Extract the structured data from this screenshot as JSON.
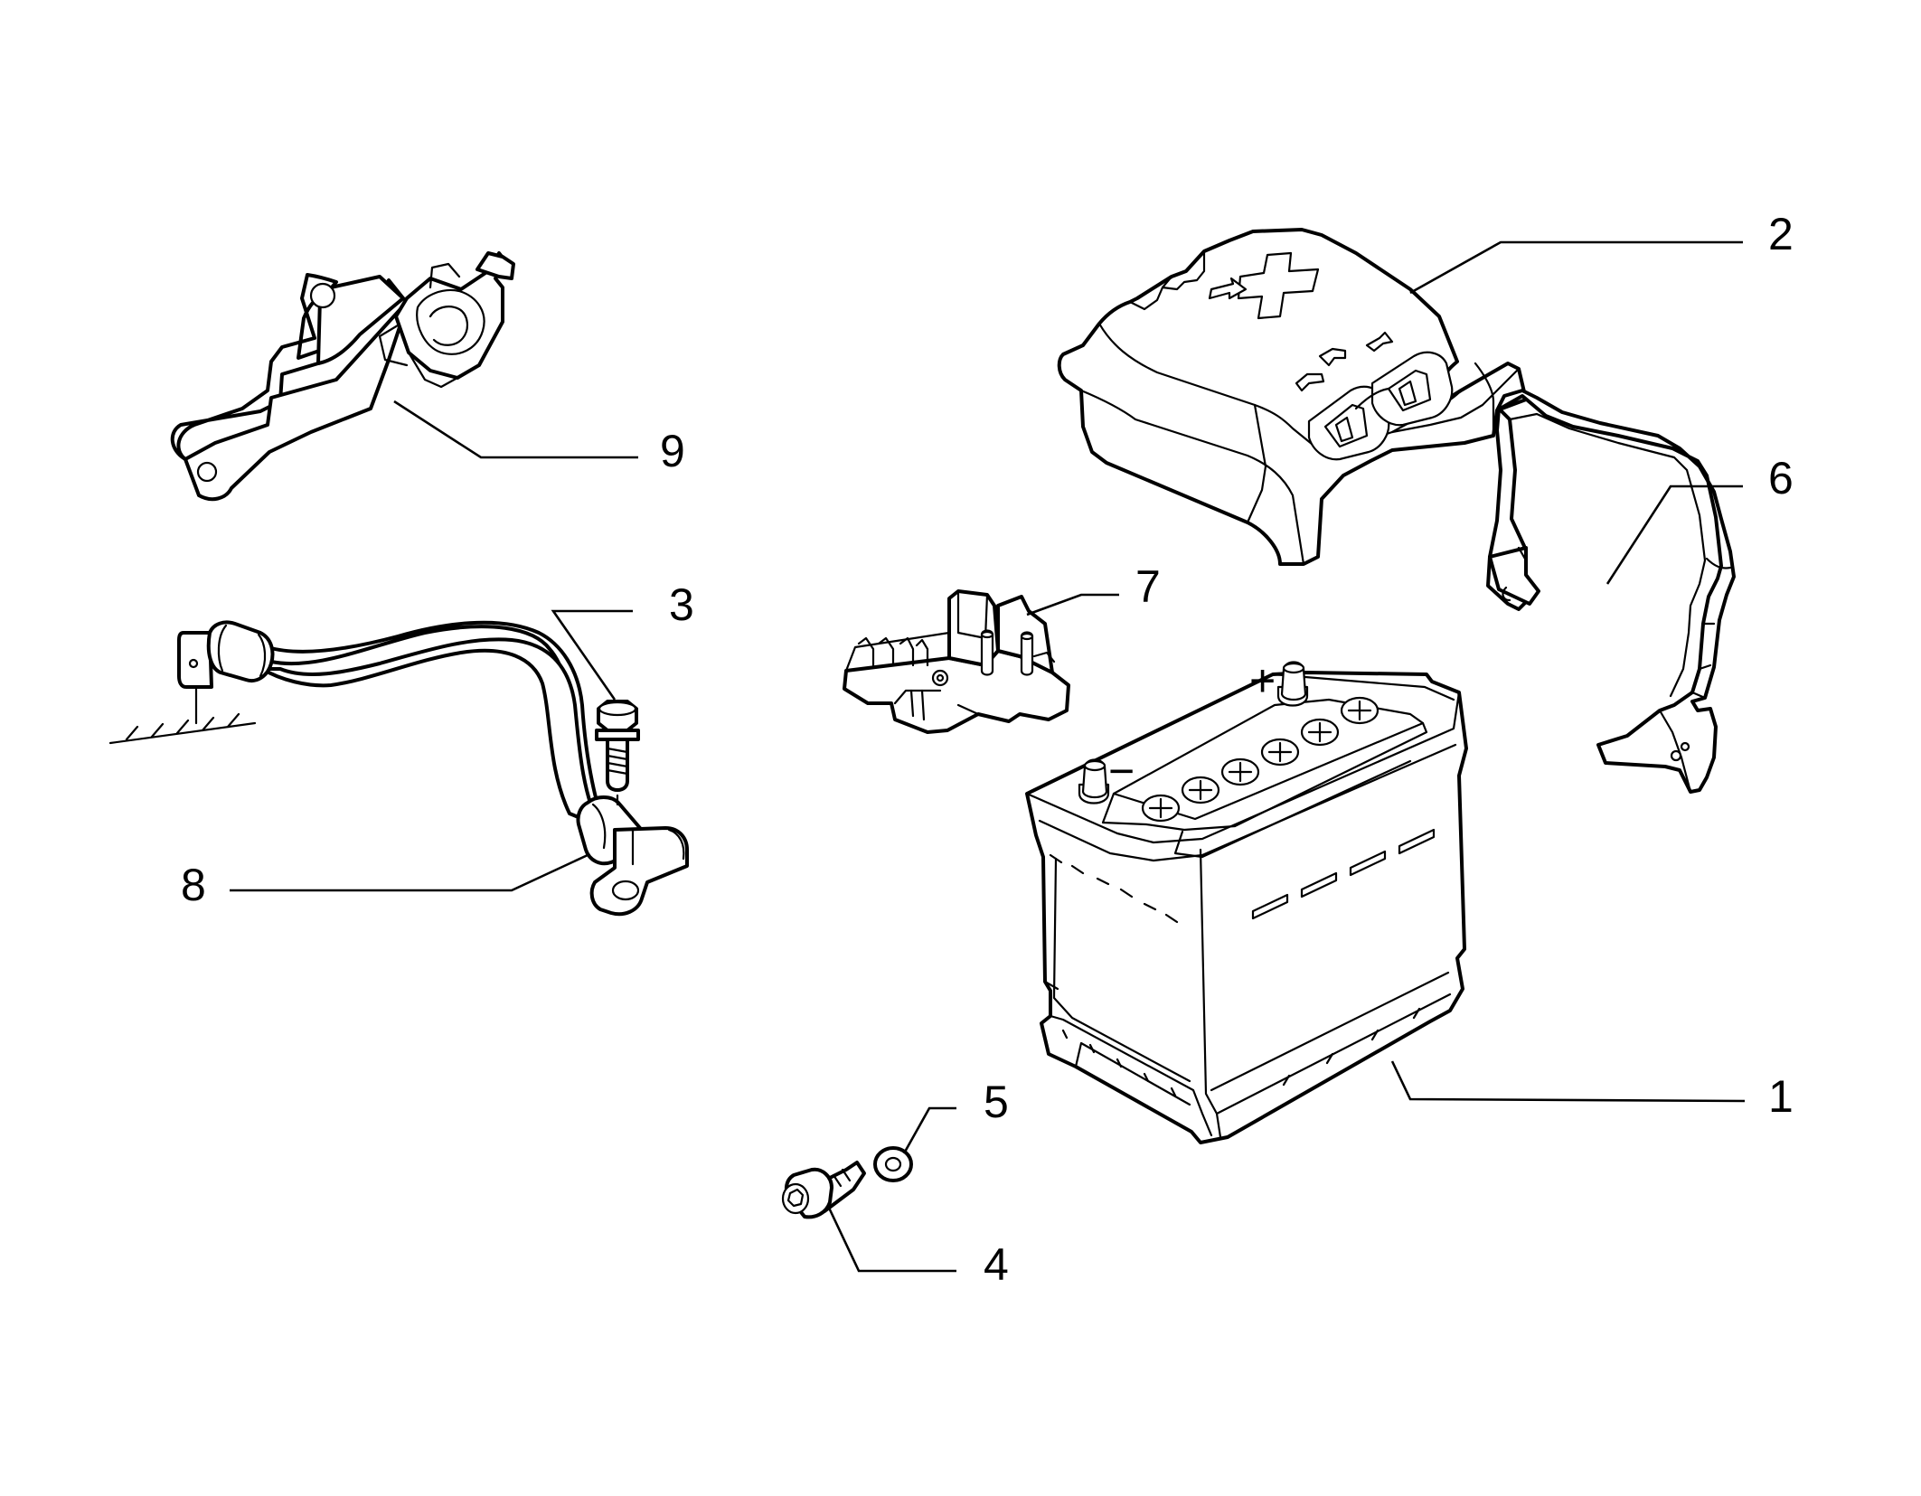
{
  "callouts": [
    {
      "id": "1",
      "label": "1"
    },
    {
      "id": "2",
      "label": "2"
    },
    {
      "id": "3",
      "label": "3"
    },
    {
      "id": "4",
      "label": "4"
    },
    {
      "id": "5",
      "label": "5"
    },
    {
      "id": "6",
      "label": "6"
    },
    {
      "id": "7",
      "label": "7"
    },
    {
      "id": "8",
      "label": "8"
    },
    {
      "id": "9",
      "label": "9"
    }
  ],
  "symbols": {
    "cover_plus": "+",
    "terminal_minus": "−",
    "terminal_plus": "+"
  },
  "colors": {
    "ink": "#000000",
    "paper": "#ffffff"
  }
}
